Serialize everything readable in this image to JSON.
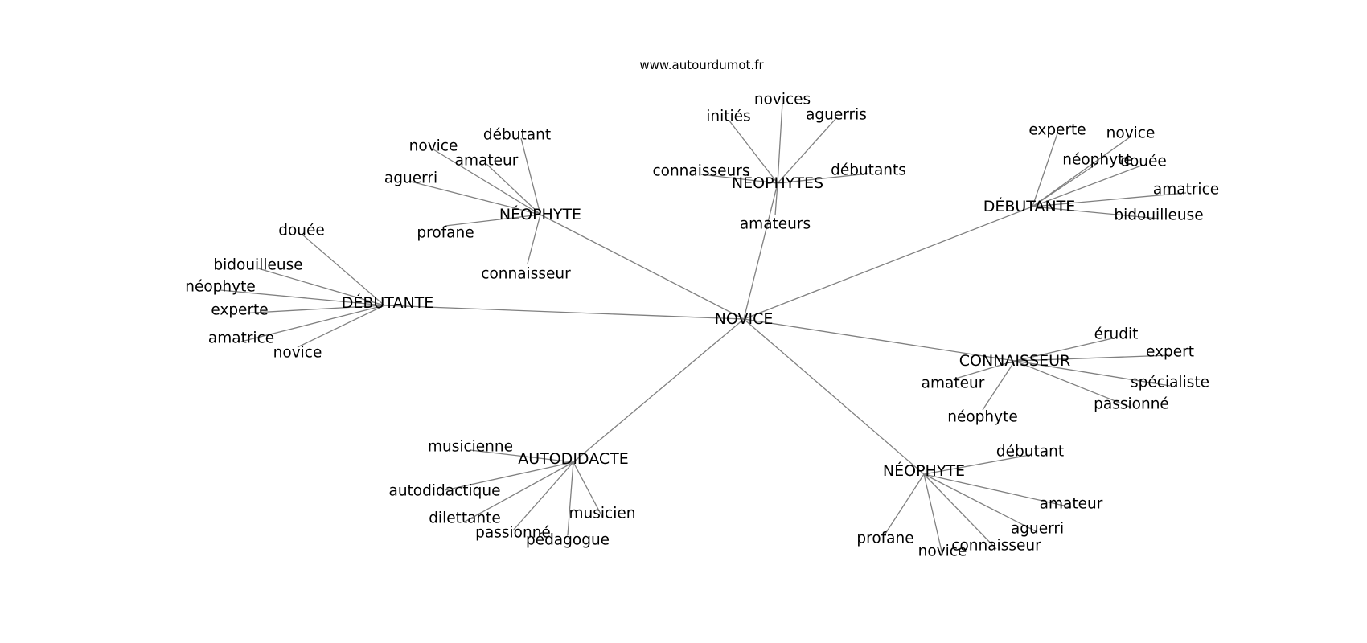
{
  "source": "www.autourdumot.fr",
  "center": "NOVICE",
  "clusters": [
    {
      "hub": "NÉOPHYTE",
      "leaves": [
        "débutant",
        "novice",
        "amateur",
        "aguerri",
        "profane",
        "connaisseur"
      ]
    },
    {
      "hub": "NÉOPHYTES",
      "leaves": [
        "novices",
        "initiés",
        "aguerris",
        "connaisseurs",
        "débutants",
        "amateurs"
      ]
    },
    {
      "hub": "DÉBUTANTE",
      "leaves": [
        "experte",
        "novice",
        "néophyte",
        "douée",
        "amatrice",
        "bidouilleuse"
      ]
    },
    {
      "hub": "DÉBUTANTE",
      "leaves": [
        "douée",
        "bidouilleuse",
        "néophyte",
        "experte",
        "amatrice",
        "novice"
      ]
    },
    {
      "hub": "CONNAISSEUR",
      "leaves": [
        "érudit",
        "expert",
        "amateur",
        "spécialiste",
        "passionné",
        "néophyte"
      ]
    },
    {
      "hub": "AUTODIDACTE",
      "leaves": [
        "musicienne",
        "autodidactique",
        "dilettante",
        "passionné",
        "musicien",
        "pédagogue"
      ]
    },
    {
      "hub": "NÉOPHYTE",
      "leaves": [
        "débutant",
        "amateur",
        "aguerri",
        "profane",
        "novice",
        "connaisseur"
      ]
    }
  ]
}
